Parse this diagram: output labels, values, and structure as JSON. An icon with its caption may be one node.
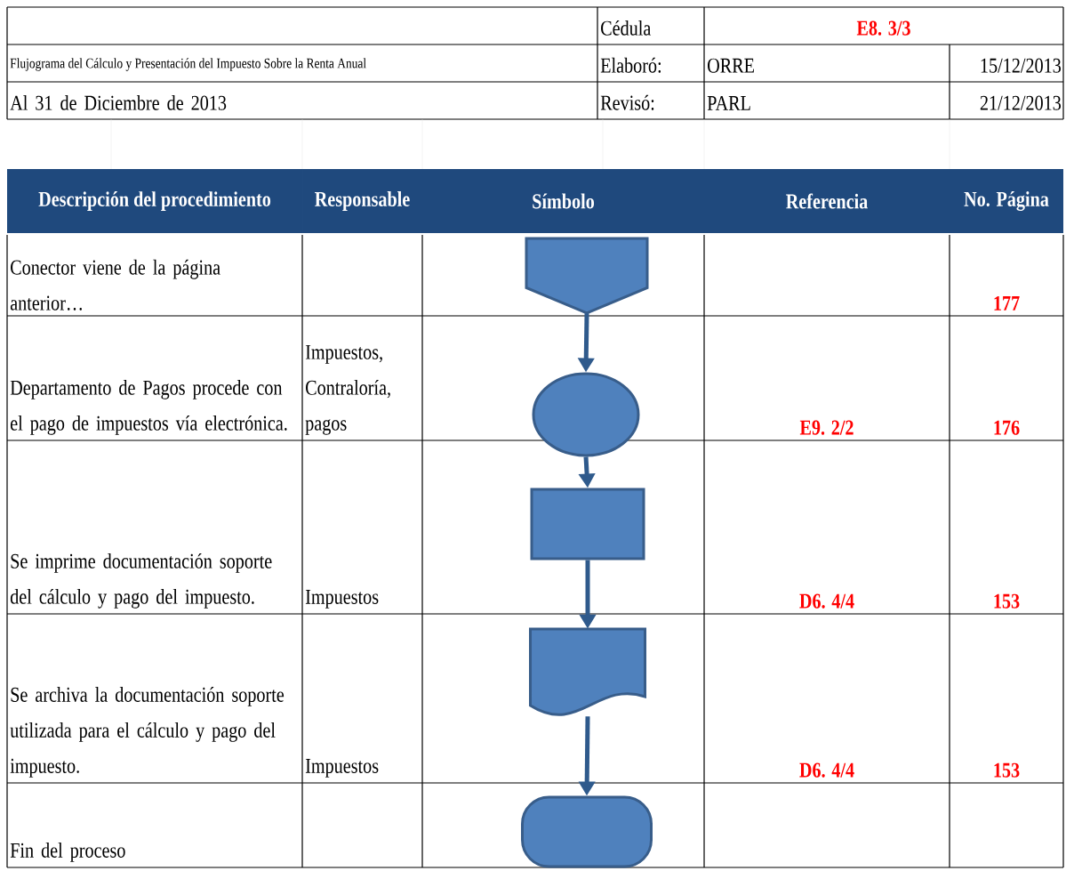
{
  "diagram": {
    "nodes": [
      {
        "text": [],
        "shape": "pentagon"
      },
      {
        "text": [],
        "shape": "ellipse"
      },
      {
        "text": [],
        "shape": "box"
      },
      {
        "text": [],
        "shape": "document"
      },
      {
        "text": [],
        "shape": "terminal"
      }
    ],
    "edges": [
      {
        "from": 0,
        "to": 1,
        "arrow": "to"
      },
      {
        "from": 1,
        "to": 2,
        "arrow": "to"
      },
      {
        "from": 2,
        "to": 3,
        "arrow": "to"
      },
      {
        "from": 3,
        "to": 4,
        "arrow": "to"
      }
    ],
    "labels": [
      "Cédula",
      "E8. 3/3",
      "Flujograma del Cálculo y Presentación del Impuesto Sobre la Renta Anual",
      "Elaboró:",
      "ORRE",
      "15/12/2013",
      "Al 31 de Diciembre de 2013",
      "Revisó:",
      "PARL",
      "21/12/2013",
      "Descripción del procedimiento",
      "Responsable",
      "Símbolo",
      "Referencia",
      "No. Página",
      "Conector viene de la página anterior…",
      "177",
      "Departamento de Pagos procede con el pago de impuestos vía electrónica.",
      "Impuestos, Contraloría, pagos",
      "E9. 2/2",
      "176",
      "Se imprime documentación soporte del cálculo y pago del impuesto.",
      "Impuestos",
      "D6. 4/4",
      "153",
      "Se archiva la documentación soporte utilizada para el cálculo y pago del impuesto.",
      "Impuestos",
      "D6. 4/4",
      "153",
      "Fin del proceso"
    ]
  }
}
